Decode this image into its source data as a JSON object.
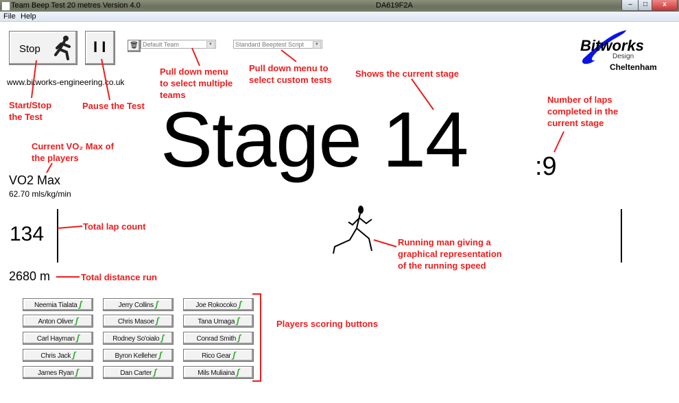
{
  "window": {
    "title": "Team Beep Test  20 metres   Version 4.0",
    "id": "DA619F2A"
  },
  "menu": [
    "File",
    "Help"
  ],
  "controls": {
    "stop_label": "Stop",
    "pause_label": "I I",
    "team_select": "Default Team",
    "script_select": "Standard Beeptest Script",
    "website": "www.bitworks-engineering.co.uk"
  },
  "logo": {
    "name": "Bitworks",
    "sub": "Design",
    "city": "Cheltenham"
  },
  "stage": {
    "label": "Stage 14",
    "laps": ":9"
  },
  "stats": {
    "vo2_title": "VO2 Max",
    "vo2_value": "62.70 mls/kg/min",
    "lap_count": "134",
    "distance": "2680 m"
  },
  "players": [
    [
      "Neemia Tialata",
      "Anton Oliver",
      "Carl Hayman",
      "Chris Jack",
      "James Ryan"
    ],
    [
      "Jerry Collins",
      "Chris Masoe",
      "Rodney So'oialo",
      "Byron Kelleher",
      "Dan Carter"
    ],
    [
      "Joe Rokocoko",
      "Tana Umaga",
      "Conrad Smith",
      "Rico Gear",
      "Mils Muliaina"
    ]
  ],
  "annotations": {
    "start_stop": [
      "Start/Stop",
      "the Test"
    ],
    "pause": "Pause the Test",
    "teams": [
      "Pull down menu",
      "to select multiple",
      "teams"
    ],
    "tests": [
      "Pull down menu to",
      "select custom tests"
    ],
    "stage": "Shows the current stage",
    "laps": [
      "Number of laps",
      "completed in the",
      "current stage"
    ],
    "vo2": [
      "Current VO₂ Max of",
      "the players"
    ],
    "lap_count": "Total lap count",
    "distance": "Total distance run",
    "runner": [
      "Running man giving a",
      "graphical representation",
      "of the running speed"
    ],
    "players": "Players scoring buttons"
  },
  "colors": {
    "annotation": "#ee1c1c",
    "logo": "#0a14e6",
    "runner_icon": "#22aa22"
  }
}
